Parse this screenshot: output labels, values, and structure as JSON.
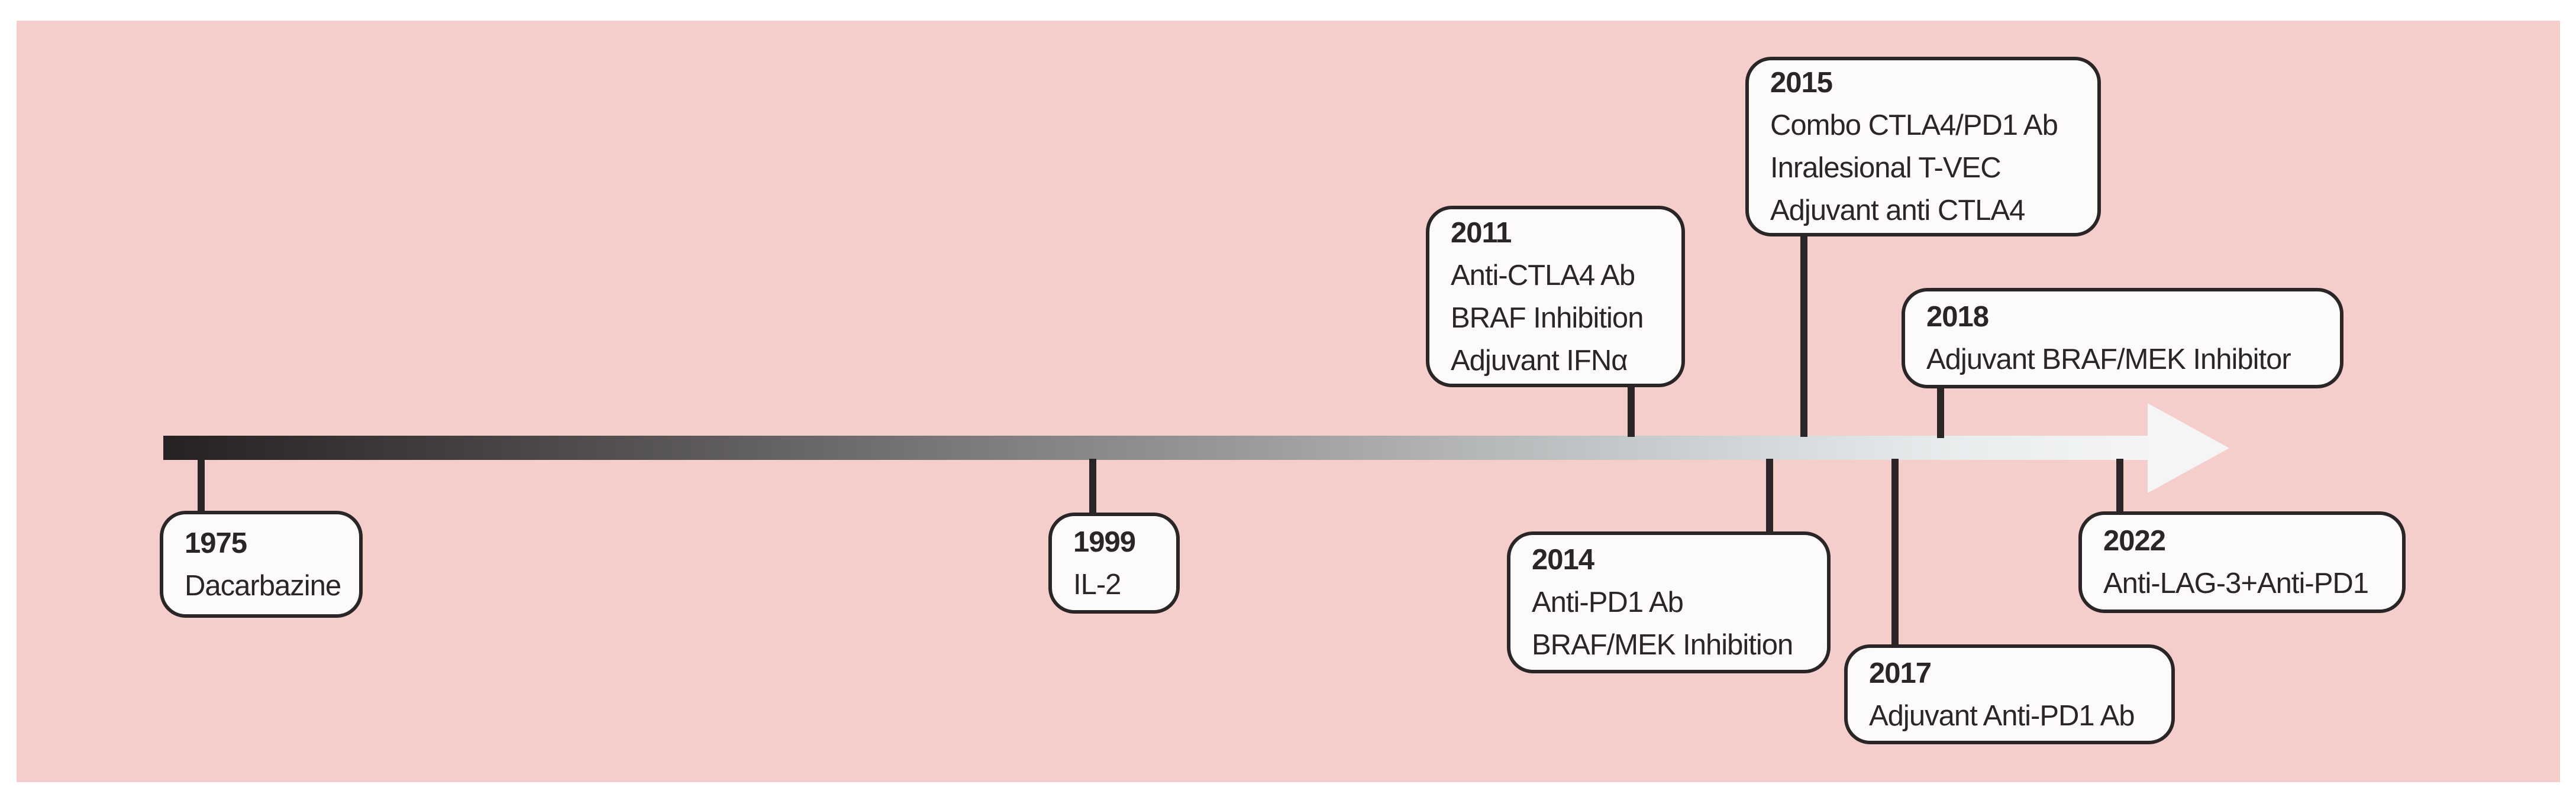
{
  "colors": {
    "panel-bg": "#f5cdca",
    "box-fill": "#fcfbfa",
    "ink": "#2a2526",
    "shaft-start": "#262223",
    "shaft-end": "#f4f5f5",
    "arrow-fill": "#f6f5f5"
  },
  "timeline": {
    "direction": "left-to-right",
    "events": [
      {
        "year": "1975",
        "side": "below",
        "lines": [
          "Dacarbazine"
        ]
      },
      {
        "year": "1999",
        "side": "below",
        "lines": [
          "IL-2"
        ]
      },
      {
        "year": "2011",
        "side": "above",
        "lines": [
          "Anti-CTLA4 Ab",
          "BRAF Inhibition",
          "Adjuvant IFNα"
        ]
      },
      {
        "year": "2014",
        "side": "below",
        "lines": [
          "Anti-PD1 Ab",
          "BRAF/MEK Inhibition"
        ]
      },
      {
        "year": "2015",
        "side": "above",
        "lines": [
          "Combo CTLA4/PD1 Ab",
          "Inralesional T-VEC",
          "Adjuvant anti CTLA4"
        ]
      },
      {
        "year": "2017",
        "side": "below",
        "lines": [
          "Adjuvant Anti-PD1 Ab"
        ]
      },
      {
        "year": "2018",
        "side": "above",
        "lines": [
          "Adjuvant BRAF/MEK Inhibitor"
        ]
      },
      {
        "year": "2022",
        "side": "below",
        "lines": [
          "Anti-LAG-3+Anti-PD1"
        ]
      }
    ]
  }
}
